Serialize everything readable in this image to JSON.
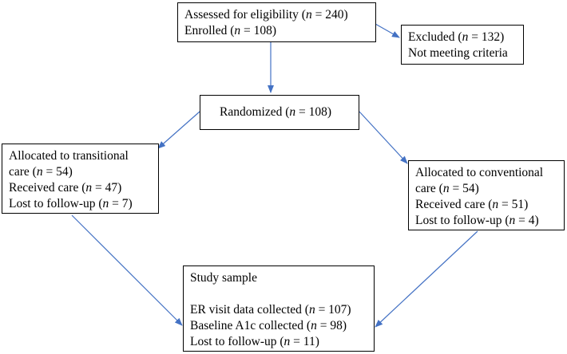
{
  "boxes": {
    "eligibility": {
      "lines": [
        {
          "pre": "Assessed for eligibility (",
          "n": "n",
          "post": " = 240)"
        },
        {
          "pre": "Enrolled (",
          "n": "n",
          "post": " = 108)"
        }
      ]
    },
    "excluded": {
      "lines": [
        {
          "pre": "Excluded (",
          "n": "n",
          "post": " = 132)"
        },
        {
          "pre": "Not meeting criteria",
          "n": "",
          "post": ""
        }
      ]
    },
    "randomized": {
      "lines": [
        {
          "pre": "Randomized (",
          "n": "n",
          "post": " = 108)"
        }
      ]
    },
    "transitional": {
      "lines": [
        {
          "pre": "Allocated to transitional",
          "n": "",
          "post": ""
        },
        {
          "pre": "care (",
          "n": "n",
          "post": " = 54)"
        },
        {
          "pre": "Received care (",
          "n": "n",
          "post": " = 47)"
        },
        {
          "pre": "Lost to follow-up (",
          "n": "n",
          "post": " = 7)"
        }
      ]
    },
    "conventional": {
      "lines": [
        {
          "pre": "Allocated to conventional",
          "n": "",
          "post": ""
        },
        {
          "pre": "care (",
          "n": "n",
          "post": " = 54)"
        },
        {
          "pre": "Received care (",
          "n": "n",
          "post": " = 51)"
        },
        {
          "pre": "Lost to follow-up (",
          "n": "n",
          "post": " = 4)"
        }
      ]
    },
    "sample": {
      "lines": [
        {
          "pre": "Study sample",
          "n": "",
          "post": ""
        },
        {
          "pre": "",
          "n": "",
          "post": ""
        },
        {
          "pre": "ER visit data collected (",
          "n": "n",
          "post": " = 107)"
        },
        {
          "pre": "Baseline A1c collected (",
          "n": "n",
          "post": " = 98)"
        },
        {
          "pre": "Lost to follow-up (",
          "n": "n",
          "post": " = 11)"
        }
      ]
    }
  },
  "colors": {
    "arrow": "#4472c4",
    "border": "#000000"
  }
}
